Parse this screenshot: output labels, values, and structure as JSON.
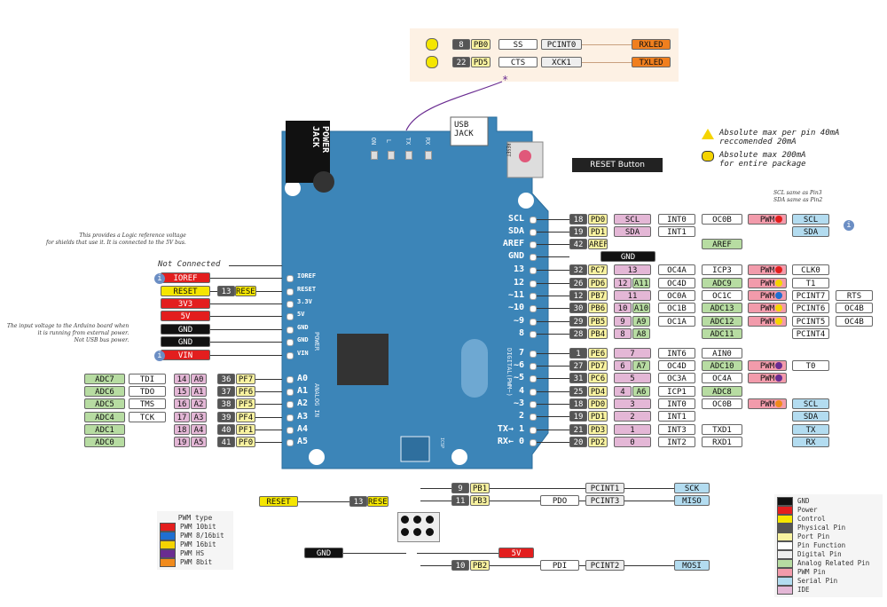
{
  "colors": {
    "GND": "#111111",
    "Power": "#e31e1e",
    "Control": "#f5e600",
    "Physical": "#555555",
    "Port": "#f8f2a0",
    "Function": "#ffffff",
    "Digital": "#eeeeee",
    "Analog": "#b7dca2",
    "PWM": "#f29bab",
    "Serial": "#b3dcf0",
    "IDE": "#e4b7d6",
    "board": "#3c85b8"
  },
  "top_leds": {
    "rows": [
      [
        "8",
        "PB0",
        "SS",
        "PCINT0",
        "RXLED"
      ],
      [
        "22",
        "PD5",
        "CTS",
        "XCK1",
        "TXLED"
      ]
    ]
  },
  "board": {
    "power_jack": "POWER\nJACK",
    "usb_jack": "USB\nJACK",
    "reset_button": "RESET Button",
    "leds": [
      "ON",
      "L",
      "TX",
      "RX"
    ],
    "reset_small": "RESET",
    "right_header": [
      "SCL",
      "SDA",
      "AREF",
      "GND",
      "13",
      "12",
      "~11",
      "~10",
      "~9",
      "8",
      "7",
      "~6",
      "~5",
      "4",
      "~3",
      "2",
      "TX→ 1",
      "RX← 0"
    ],
    "left_header": [
      "IOREF",
      "RESET",
      "3.3V",
      "5V",
      "GND",
      "GND",
      "VIN",
      "A0",
      "A1",
      "A2",
      "A3",
      "A4",
      "A5"
    ],
    "section_power": "POWER",
    "section_analog": "ANALOG IN",
    "section_digital": "DIGITAL(PWM~)",
    "icsp": "ICSP"
  },
  "warnings": [
    "Absolute max per pin 40mA\nreccomended 20mA",
    "Absolute max 200mA\nfor entire package"
  ],
  "notes": {
    "scl_sda": "SCL same as Pin3\nSDA same as Pin2",
    "ioref": "This provides a Logic reference voltage\nfor shields that use it. It is connected to the 5V bus.",
    "vin": "The input voltage to the Arduino board when\nit is running from external power.\nNot USB bus power.",
    "not_connected": "Not Connected"
  },
  "left_power": [
    {
      "label": "IOREF",
      "extra": null
    },
    {
      "label": "RESET",
      "extra": [
        "13",
        "RESET"
      ]
    },
    {
      "label": "3V3",
      "extra": null
    },
    {
      "label": "5V",
      "extra": null
    },
    {
      "label": "GND",
      "extra": null
    },
    {
      "label": "GND",
      "extra": null
    },
    {
      "label": "VIN",
      "extra": null
    }
  ],
  "left_analog": [
    [
      "ADC7",
      "TDI",
      "14",
      "A0",
      "36",
      "PF7"
    ],
    [
      "ADC6",
      "TDO",
      "15",
      "A1",
      "37",
      "PF6"
    ],
    [
      "ADC5",
      "TMS",
      "16",
      "A2",
      "38",
      "PF5"
    ],
    [
      "ADC4",
      "TCK",
      "17",
      "A3",
      "39",
      "PF4"
    ],
    [
      "ADC1",
      "",
      "18",
      "A4",
      "40",
      "PF1"
    ],
    [
      "ADC0",
      "",
      "19",
      "A5",
      "41",
      "PF0"
    ]
  ],
  "right_pins": [
    [
      "18",
      "PD0",
      "SCL",
      "INT0",
      "OC0B",
      "PWM",
      "SCL"
    ],
    [
      "19",
      "PD1",
      "SDA",
      "INT1",
      "",
      "",
      "SDA"
    ],
    [
      "42",
      "AREF",
      "",
      "",
      "AREF",
      "",
      ""
    ],
    [
      "GND",
      "",
      "",
      "",
      "",
      "",
      ""
    ],
    [
      "32",
      "PC7",
      "13",
      "OC4A",
      "ICP3",
      "PWM",
      "CLK0"
    ],
    [
      "26",
      "PD6",
      "12 A11",
      "OC4D",
      "ADC9",
      "PWM",
      "T1"
    ],
    [
      "12",
      "PB7",
      "11",
      "OC0A",
      "OC1C",
      "PWM",
      "PCINT7",
      "RTS"
    ],
    [
      "30",
      "PB6",
      "10 A10",
      "OC1B",
      "ADC13",
      "PWM",
      "PCINT6",
      "OC4B"
    ],
    [
      "29",
      "PB5",
      "9 A9",
      "OC1A",
      "ADC12",
      "PWM",
      "PCINT5",
      "OC4B"
    ],
    [
      "28",
      "PB4",
      "8 A8",
      "",
      "ADC11",
      "",
      "PCINT4"
    ],
    [
      "1",
      "PE6",
      "7",
      "INT6",
      "AIN0",
      "",
      ""
    ],
    [
      "27",
      "PD7",
      "6 A7",
      "OC4D",
      "ADC10",
      "PWM",
      "T0"
    ],
    [
      "31",
      "PC6",
      "5",
      "OC3A",
      "OC4A",
      "PWM",
      ""
    ],
    [
      "25",
      "PD4",
      "4 A6",
      "ICP1",
      "ADC8",
      "",
      ""
    ],
    [
      "18",
      "PD0",
      "3",
      "INT0",
      "OC0B",
      "PWM",
      "SCL"
    ],
    [
      "19",
      "PD1",
      "2",
      "INT1",
      "",
      "",
      "SDA"
    ],
    [
      "21",
      "PD3",
      "1",
      "INT3",
      "TXD1",
      "",
      "TX"
    ],
    [
      "20",
      "PD2",
      "0",
      "INT2",
      "RXD1",
      "",
      "RX"
    ]
  ],
  "icsp_bottom": {
    "reset": "RESET",
    "reset_num": "13",
    "reset_tag": "RESET",
    "gnd": "GND",
    "v5": "5V",
    "rows": [
      [
        "9",
        "PB1",
        "",
        "PCINT1",
        "SCK"
      ],
      [
        "11",
        "PB3",
        "PDO",
        "PCINT3",
        "MISO"
      ],
      [
        "10",
        "PB2",
        "PDI",
        "PCINT2",
        "MOSI"
      ]
    ]
  },
  "pwm_legend": {
    "title": "PWM type",
    "items": [
      {
        "label": "PWM 10bit",
        "color": "#e31e1e"
      },
      {
        "label": "PWM 8/16bit",
        "color": "#1f6fd1"
      },
      {
        "label": "PWM 16bit",
        "color": "#f5d400"
      },
      {
        "label": "PWM HS",
        "color": "#6a2c91"
      },
      {
        "label": "PWM 8bit",
        "color": "#f08a1c"
      }
    ]
  },
  "legend": [
    {
      "label": "GND",
      "color": "#111111"
    },
    {
      "label": "Power",
      "color": "#e31e1e"
    },
    {
      "label": "Control",
      "color": "#f5e600"
    },
    {
      "label": "Physical Pin",
      "color": "#555555"
    },
    {
      "label": "Port Pin",
      "color": "#f8f2a0"
    },
    {
      "label": "Pin Function",
      "color": "#ffffff"
    },
    {
      "label": "Digital Pin",
      "color": "#eeeeee"
    },
    {
      "label": "Analog Related Pin",
      "color": "#b7dca2"
    },
    {
      "label": "PWM Pin",
      "color": "#f29bab"
    },
    {
      "label": "Serial Pin",
      "color": "#b3dcf0"
    },
    {
      "label": "IDE",
      "color": "#e4b7d6"
    }
  ]
}
